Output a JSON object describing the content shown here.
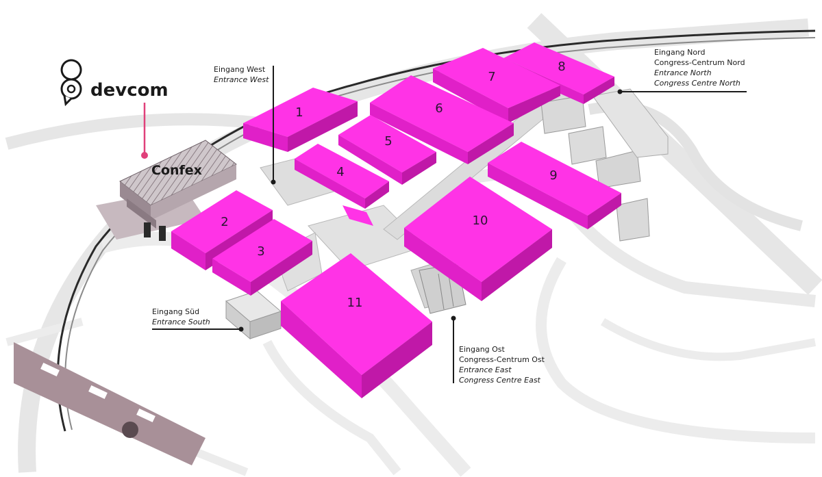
{
  "brand": {
    "name": "devcom",
    "icon": "location-pin-icon"
  },
  "confex": {
    "label": "Confex"
  },
  "halls": [
    {
      "id": "hall-1",
      "label": "1"
    },
    {
      "id": "hall-2",
      "label": "2"
    },
    {
      "id": "hall-3",
      "label": "3"
    },
    {
      "id": "hall-4",
      "label": "4"
    },
    {
      "id": "hall-5",
      "label": "5"
    },
    {
      "id": "hall-6",
      "label": "6"
    },
    {
      "id": "hall-7",
      "label": "7"
    },
    {
      "id": "hall-8",
      "label": "8"
    },
    {
      "id": "hall-9",
      "label": "9"
    },
    {
      "id": "hall-10",
      "label": "10"
    },
    {
      "id": "hall-11",
      "label": "11"
    }
  ],
  "entrances": {
    "west": {
      "de": "Eingang West",
      "en": "Entrance West"
    },
    "north": {
      "de": "Eingang Nord",
      "de2": "Congress-Centrum Nord",
      "en": "Entrance North",
      "en2": "Congress Centre North"
    },
    "south": {
      "de": "Eingang Süd",
      "en": "Entrance South"
    },
    "east": {
      "de": "Eingang Ost",
      "de2": "Congress-Centrum Ost",
      "en": "Entrance East",
      "en2": "Congress Centre East"
    }
  },
  "colors": {
    "hall_top": "#ff33e6",
    "hall_front": "#e020c8",
    "hall_side": "#c018a8",
    "accent_line": "#e0407a",
    "road": "#e6e6e6",
    "rail": "#2a2a2a",
    "building_gray": "#d8d8d8",
    "platform": "#a89098"
  }
}
